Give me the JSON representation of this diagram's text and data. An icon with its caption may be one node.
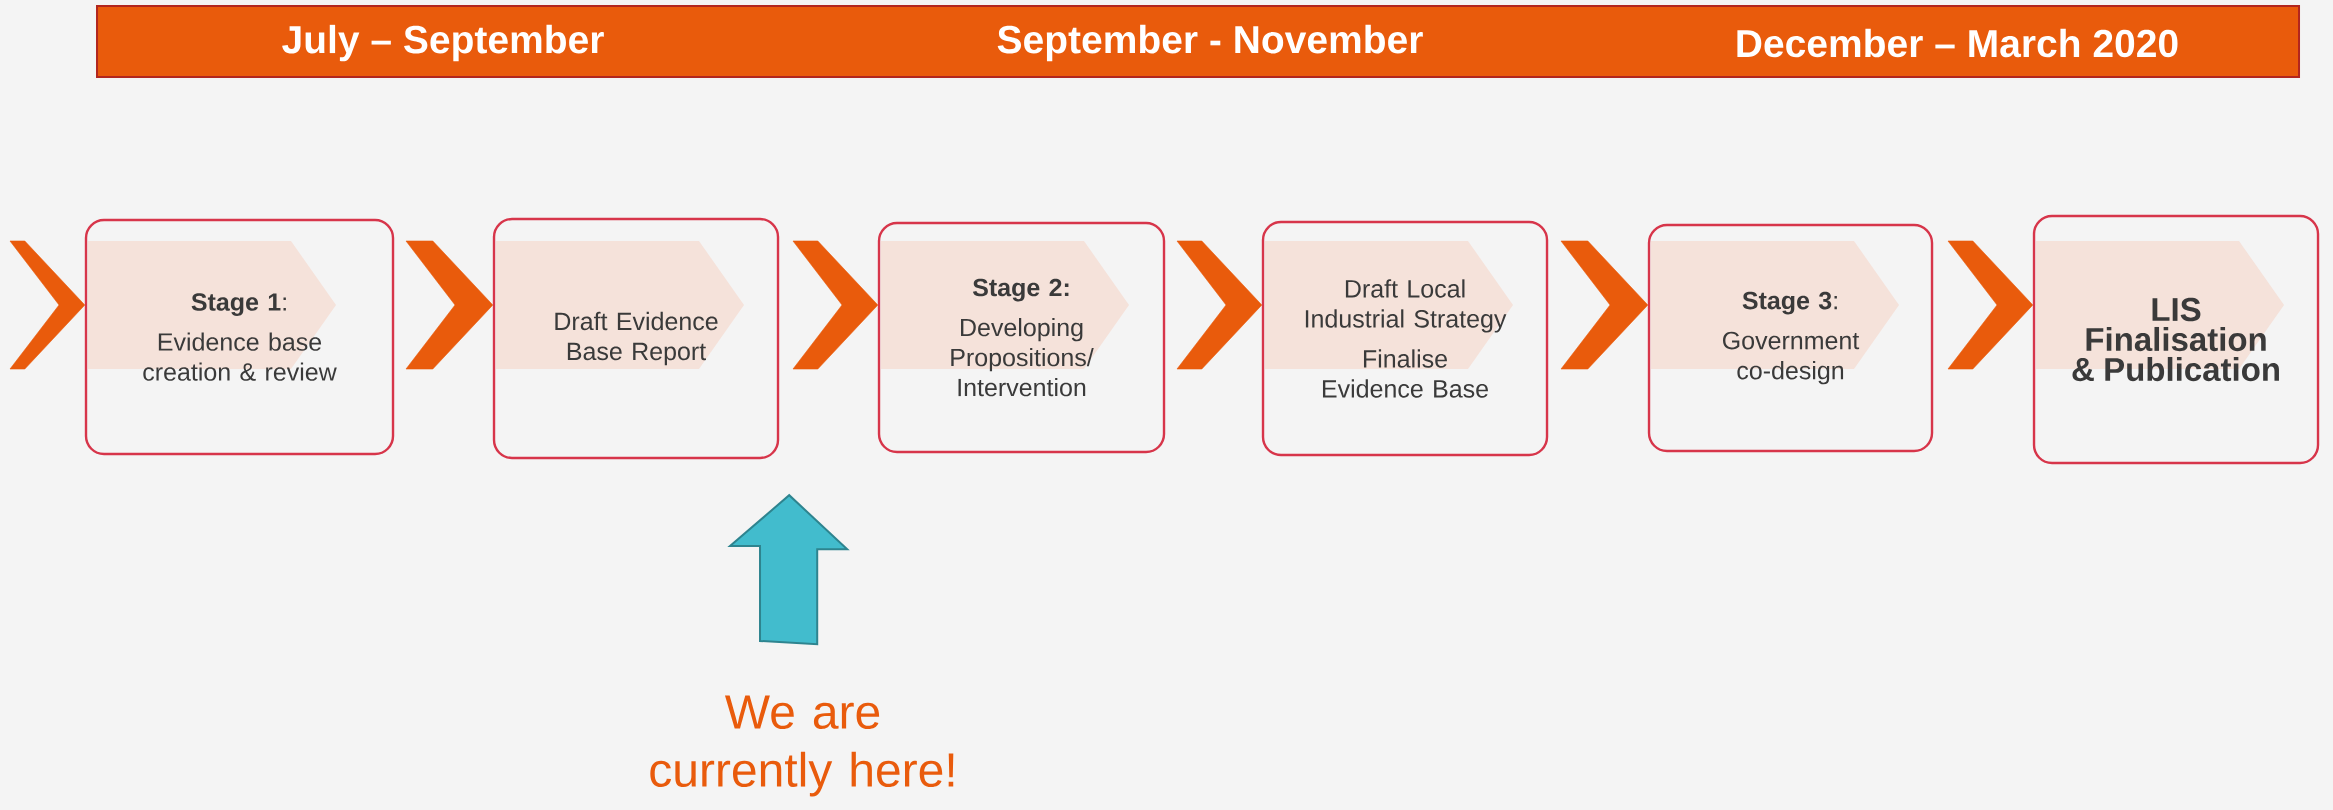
{
  "diagram": {
    "nodes": [
      {
        "text": [
          "July – September",
          "September - November",
          "December – March 2020"
        ]
      },
      {
        "text": [
          "**Stage 1**:",
          "Evidence base creation & review"
        ]
      },
      {
        "text": [
          "Draft Evidence Base Report"
        ]
      },
      {
        "text": [
          "Stage 2:",
          "Developing Propositions/ Intervention"
        ]
      },
      {
        "text": [
          "Draft Local Industrial Strategy",
          "Finalise Evidence Base"
        ]
      },
      {
        "text": [
          "**Stage 3**:",
          "Government co-design"
        ]
      },
      {
        "text": [
          "LIS Finalisation & Publication"
        ]
      },
      {
        "text": [
          "We are currently here!"
        ]
      }
    ],
    "edges": [
      {
        "from": null,
        "to": 1,
        "arrow": "to"
      },
      {
        "from": 1,
        "to": 2,
        "arrow": "to"
      },
      {
        "from": 2,
        "to": 3,
        "arrow": "to"
      },
      {
        "from": 3,
        "to": 4,
        "arrow": "to"
      },
      {
        "from": 4,
        "to": 5,
        "arrow": "to"
      },
      {
        "from": 5,
        "to": 6,
        "arrow": "to"
      },
      {
        "from": 7,
        "to": 2,
        "arrow": "to",
        "style": "thick",
        "color": "#42bccd"
      }
    ]
  }
}
